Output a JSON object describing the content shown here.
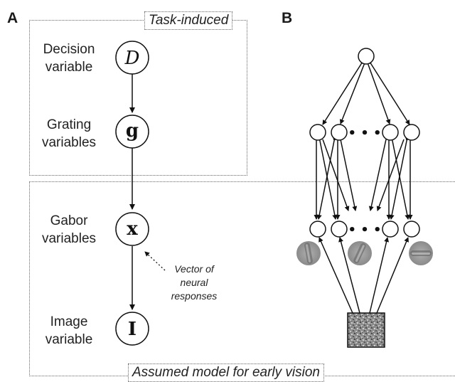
{
  "panel_a": {
    "label": "A",
    "task_box_title": "Task-induced",
    "early_vision_box_title": "Assumed model for early vision",
    "variables": [
      {
        "label": "Decision\nvariable",
        "symbol": "D",
        "symbol_style": "italic"
      },
      {
        "label": "Grating\nvariables",
        "symbol": "g",
        "symbol_style": "bold"
      },
      {
        "label": "Gabor\nvariables",
        "symbol": "x",
        "symbol_style": "bold"
      },
      {
        "label": "Image\nvariable",
        "symbol": "I",
        "symbol_style": "bold"
      }
    ],
    "annotation": "Vector of\nneural\nresponses"
  },
  "panel_b": {
    "label": "B",
    "ellipsis_symbol": "• • •",
    "patch_icon": "gabor-patch-icon",
    "image_icon": "noise-image-icon"
  }
}
